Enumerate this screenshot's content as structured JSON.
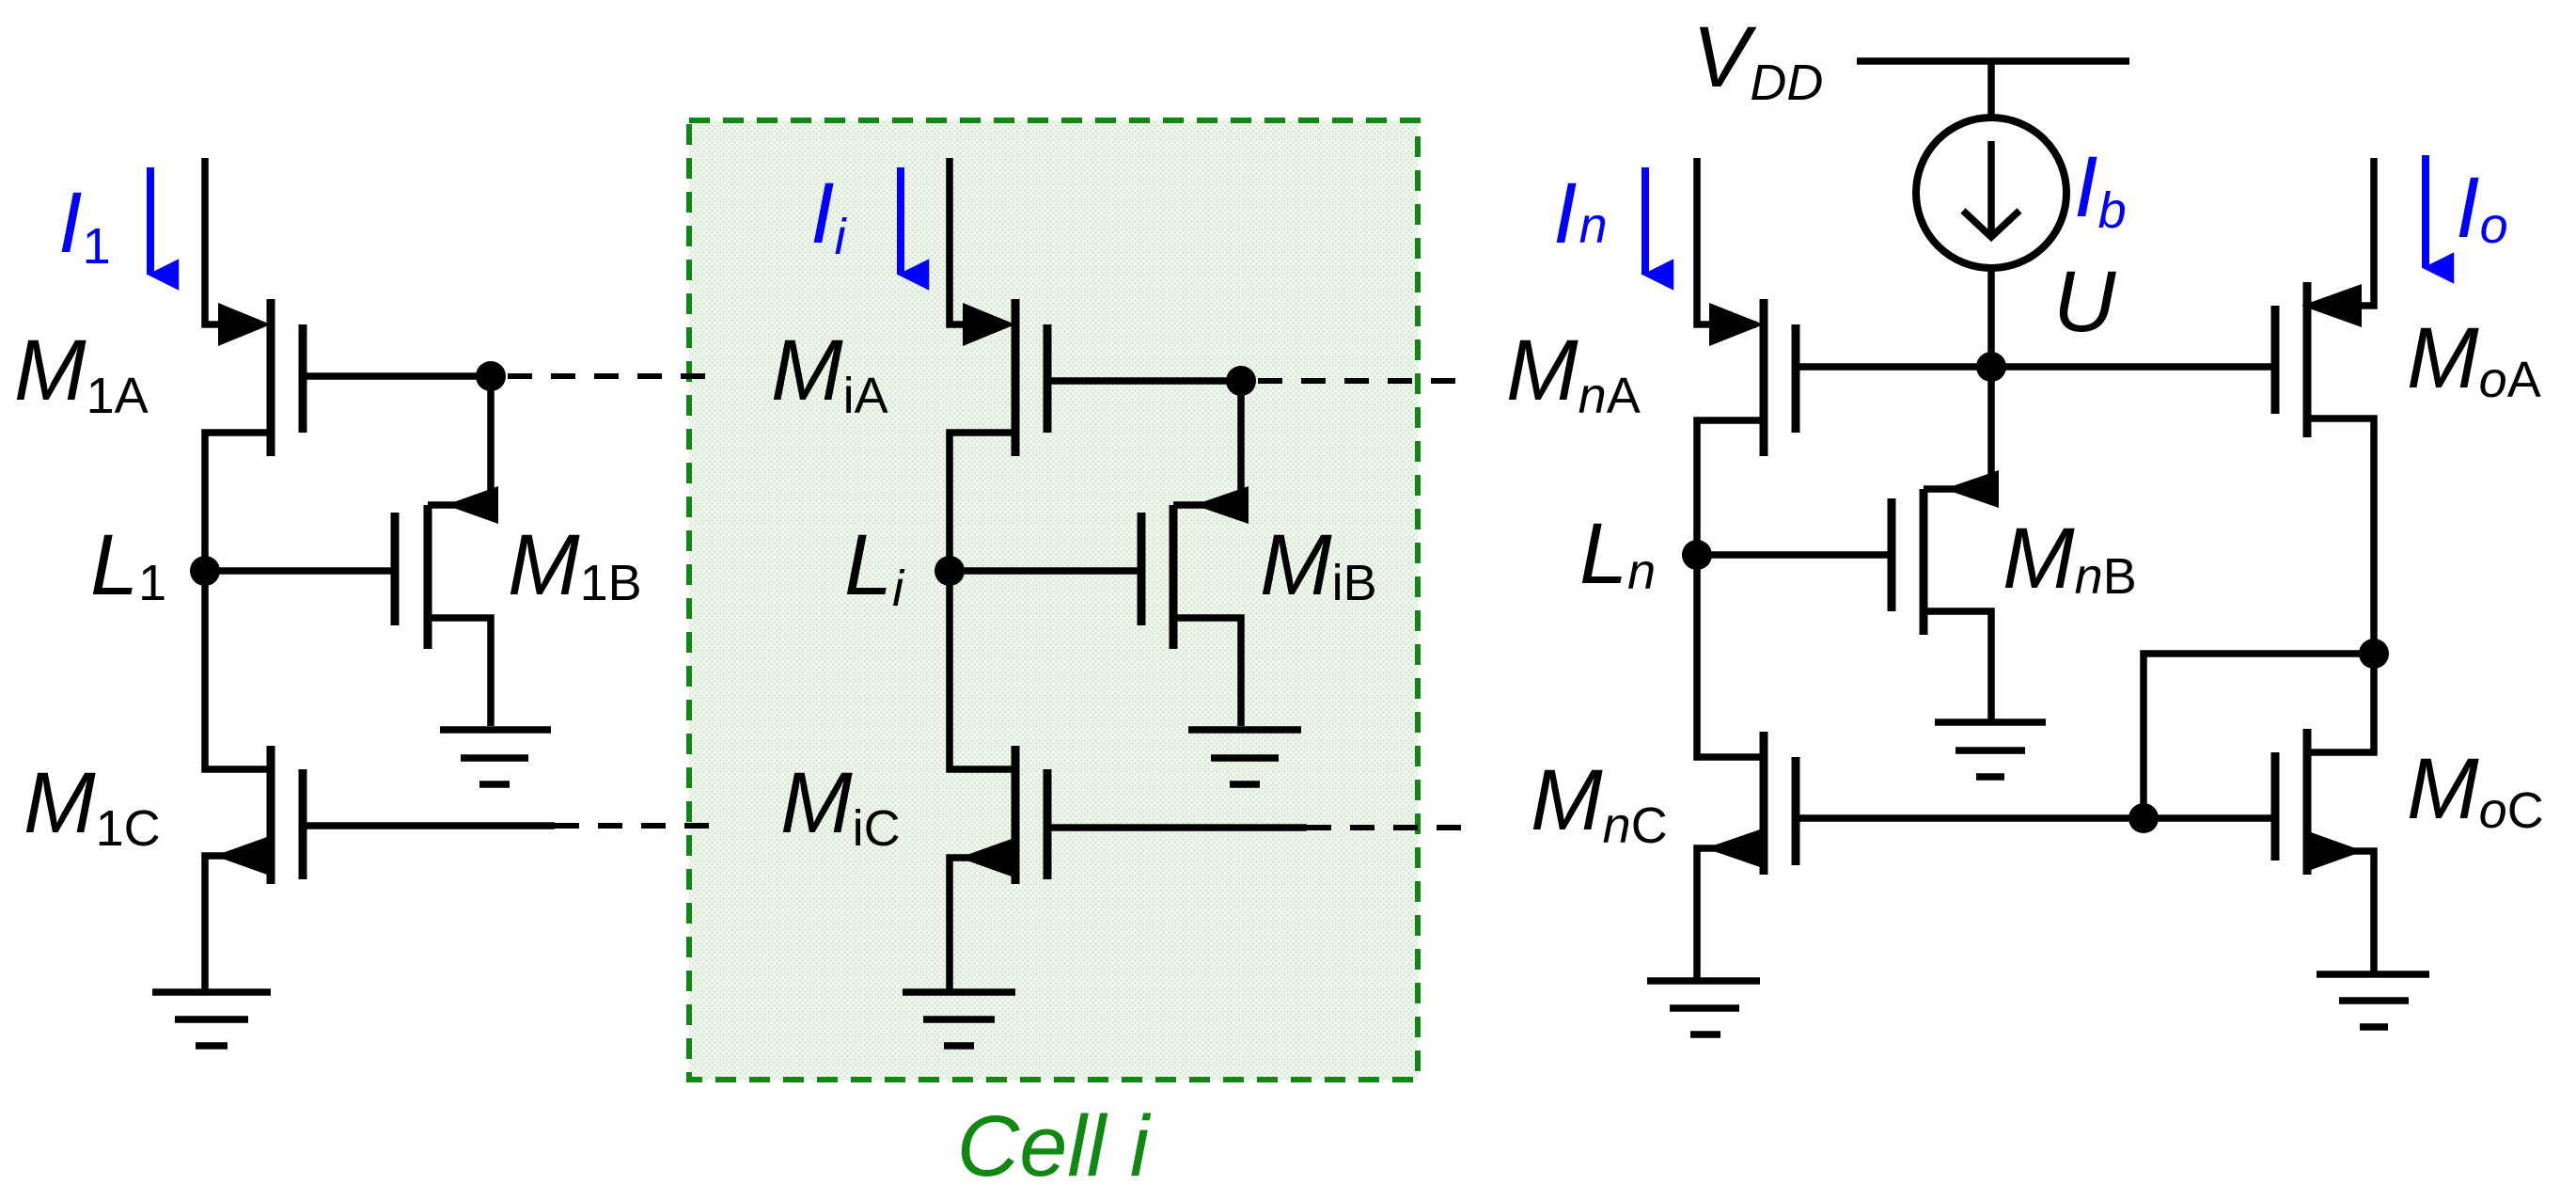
{
  "colors": {
    "wire": "#000000",
    "current_label": "#0000ff",
    "cell_border": "#118811",
    "cell_fill": "#eef5ea"
  },
  "cell_caption": "Cell i",
  "supply": {
    "main": "V",
    "sub": "DD"
  },
  "bias_node": "U",
  "currents": {
    "i1": {
      "main": "I",
      "sub": "1"
    },
    "ii": {
      "main": "I",
      "sub": "i"
    },
    "in": {
      "main": "I",
      "sub": "n"
    },
    "ib": {
      "main": "I",
      "sub": "b"
    },
    "io": {
      "main": "I",
      "sub": "o"
    }
  },
  "nodes": {
    "l1": {
      "main": "L",
      "sub": "1"
    },
    "li": {
      "main": "L",
      "sub": "i"
    },
    "ln": {
      "main": "L",
      "sub": "n"
    }
  },
  "transistors": {
    "m1a": {
      "main": "M",
      "sub": "1A"
    },
    "m1b": {
      "main": "M",
      "sub": "1B"
    },
    "m1c": {
      "main": "M",
      "sub": "1C"
    },
    "mia": {
      "main": "M",
      "sub": "iA"
    },
    "mib": {
      "main": "M",
      "sub": "iB"
    },
    "mic": {
      "main": "M",
      "sub": "iC"
    },
    "mna": {
      "main": "M",
      "sub1": "n",
      "sub2": "A"
    },
    "mnb": {
      "main": "M",
      "sub1": "n",
      "sub2": "B"
    },
    "mnc": {
      "main": "M",
      "sub1": "n",
      "sub2": "C"
    },
    "moa": {
      "main": "M",
      "sub1": "o",
      "sub2": "A"
    },
    "moc": {
      "main": "M",
      "sub1": "o",
      "sub2": "C"
    }
  }
}
